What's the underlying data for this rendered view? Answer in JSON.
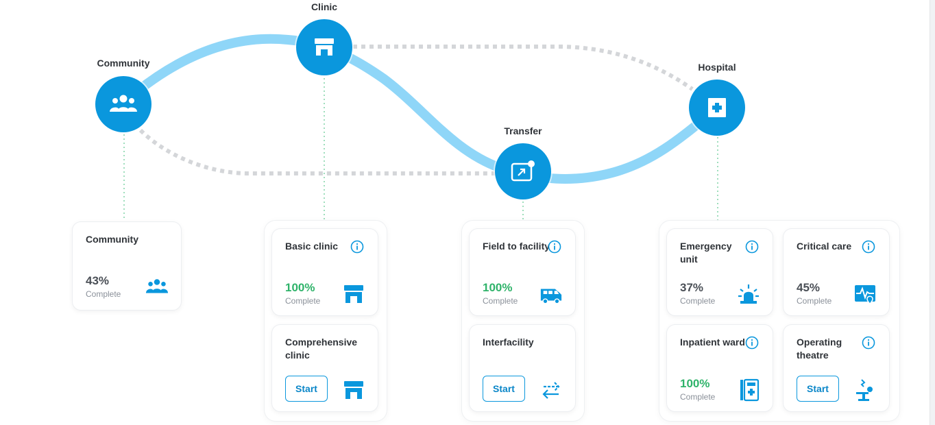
{
  "nodes": {
    "community": {
      "label": "Community",
      "icon": "people-group-icon"
    },
    "clinic": {
      "label": "Clinic",
      "icon": "storefront-icon"
    },
    "transfer": {
      "label": "Transfer",
      "icon": "transfer-board-icon"
    },
    "hospital": {
      "label": "Hospital",
      "icon": "hospital-cross-icon"
    }
  },
  "cards": {
    "community": {
      "title": "Community",
      "percent": "43%",
      "status": "Complete",
      "icon": "people-group-icon"
    },
    "basic_clinic": {
      "title": "Basic clinic",
      "percent": "100%",
      "status": "Complete",
      "icon": "storefront-icon"
    },
    "comprehensive_clinic": {
      "title": "Comprehensive clinic",
      "button": "Start",
      "icon": "storefront-icon"
    },
    "field_to_facility": {
      "title": "Field to facility",
      "percent": "100%",
      "status": "Complete",
      "icon": "ambulance-icon"
    },
    "interfacility": {
      "title": "Interfacility",
      "button": "Start",
      "icon": "transfer-arrows-icon"
    },
    "emergency_unit": {
      "title": "Emergency unit",
      "percent": "37%",
      "status": "Complete",
      "icon": "siren-icon"
    },
    "critical_care": {
      "title": "Critical care",
      "percent": "45%",
      "status": "Complete",
      "icon": "heart-monitor-icon"
    },
    "inpatient_ward": {
      "title": "Inpatient ward",
      "percent": "100%",
      "status": "Complete",
      "icon": "ward-door-icon"
    },
    "operating_theatre": {
      "title": "Operating theatre",
      "button": "Start",
      "icon": "surgery-lamp-icon"
    }
  },
  "colors": {
    "accent": "#0a97dd",
    "path": "#8fd6f8",
    "complete": "#2fb36a",
    "dotted": "#d6d8db",
    "connector": "#7fd3a5"
  }
}
